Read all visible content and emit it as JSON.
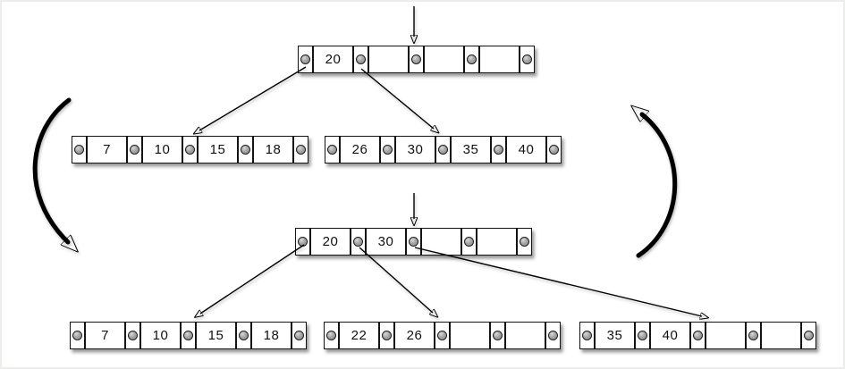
{
  "colors": {
    "node_border": "#141414",
    "node_fill": "#ffffff",
    "pointer_dot": "#9b9b9b",
    "arrow": "#000000",
    "background": "#ffffff"
  },
  "before": {
    "root": {
      "keys": [
        "20",
        "",
        "",
        ""
      ]
    },
    "children": [
      {
        "keys": [
          "7",
          "10",
          "15",
          "18"
        ]
      },
      {
        "keys": [
          "26",
          "30",
          "35",
          "40"
        ]
      }
    ]
  },
  "after": {
    "root": {
      "keys": [
        "20",
        "30",
        "",
        ""
      ]
    },
    "children": [
      {
        "keys": [
          "7",
          "10",
          "15",
          "18"
        ]
      },
      {
        "keys": [
          "22",
          "26",
          "",
          ""
        ]
      },
      {
        "keys": [
          "35",
          "40",
          "",
          ""
        ]
      }
    ]
  }
}
